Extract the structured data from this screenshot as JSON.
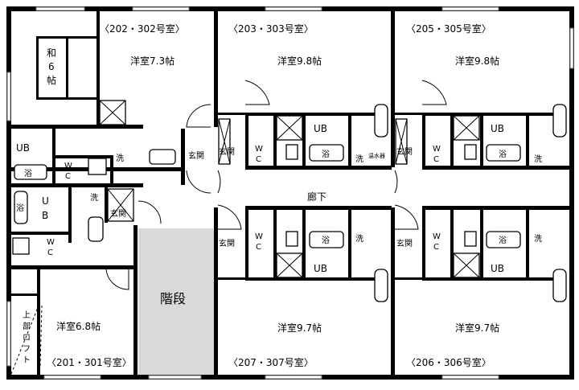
{
  "title": "Floor plan",
  "colors": {
    "wall": "#000000",
    "stairs": "#d9d9d9",
    "background": "#ffffff"
  },
  "units": {
    "u202": {
      "number": "〈202・302号室〉",
      "western_room": "洋室7.3帖",
      "japanese_room": [
        "和",
        "6",
        "帖"
      ],
      "ub": "UB",
      "bath": "浴",
      "wc": [
        "W",
        "C"
      ],
      "wash": "洗",
      "entrance": "玄関"
    },
    "u203": {
      "number": "〈203・303号室〉",
      "western_room": "洋室9.8帖",
      "ub": "UB",
      "bath": "浴",
      "wc": [
        "W",
        "C"
      ],
      "wash": "洗",
      "entrance": "玄関",
      "water_heater": "温水器"
    },
    "u205": {
      "number": "〈205・305号室〉",
      "western_room": "洋室9.8帖",
      "ub": "UB",
      "bath": "浴",
      "wc": [
        "W",
        "C"
      ],
      "wash": "洗",
      "entrance": "玄関"
    },
    "u207": {
      "number": "〈207・307号室〉",
      "western_room": "洋室9.7帖",
      "ub": "UB",
      "bath": "浴",
      "wc": [
        "W",
        "C"
      ],
      "wash": "洗",
      "entrance": "玄関"
    },
    "u206": {
      "number": "〈206・306号室〉",
      "western_room": "洋室9.7帖",
      "ub": "UB",
      "bath": "浴",
      "wc": [
        "W",
        "C"
      ],
      "wash": "洗",
      "entrance": "玄関"
    },
    "u201": {
      "number": "〈201・301号室〉",
      "western_room": "洋室6.8帖",
      "ub": [
        "U",
        "B"
      ],
      "bath": "浴",
      "wc": [
        "W",
        "C"
      ],
      "wash": "洗",
      "entrance": "玄関",
      "loft": [
        "上",
        "部",
        "ロ",
        "フ",
        "ト"
      ]
    }
  },
  "common": {
    "corridor": "廊下",
    "stairs": "階段"
  }
}
